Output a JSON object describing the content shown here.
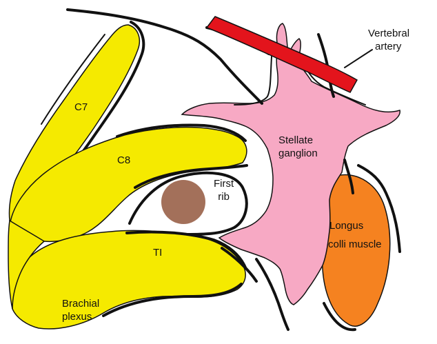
{
  "labels": {
    "c7": "C7",
    "c8": "C8",
    "t1": "TI",
    "first_rib": [
      "First",
      "rib"
    ],
    "stellate_ganglion": [
      "Stellate",
      "ganglion"
    ],
    "vertebral_artery": [
      "Vertebral",
      "artery"
    ],
    "longus_colli": [
      "Longus",
      "colli muscle"
    ],
    "brachial_plexus": [
      "Brachial",
      "plexus"
    ]
  },
  "colors": {
    "nerve_roots": "#f5ea00",
    "ganglion": "#f7a9c4",
    "artery": "#e3141c",
    "muscle": "#f58220",
    "rib": "#a3705a",
    "outline": "#111111"
  }
}
